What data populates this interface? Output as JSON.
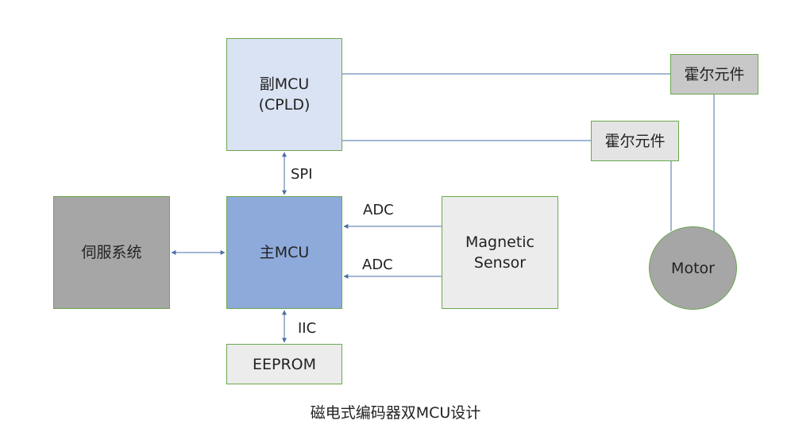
{
  "boxes": {
    "sub_mcu": "副MCU\n(CPLD)",
    "main_mcu": "主MCU",
    "servo": "伺服系统",
    "sensor": "Magnetic\nSensor",
    "eeprom": "EEPROM",
    "hall_top": "霍尔元件",
    "hall_bottom": "霍尔元件",
    "motor": "Motor"
  },
  "links": {
    "spi": "SPI",
    "adc_top": "ADC",
    "adc_bottom": "ADC",
    "iic": "IIC"
  },
  "caption": "磁电式编码器双MCU设计",
  "colors": {
    "line": "#4a6fa5",
    "box_border": "#6aa84f",
    "sub_mcu_fill": "#dae3f3",
    "main_mcu_fill": "#8eaadb",
    "gray_fill": "#a6a6a6"
  }
}
